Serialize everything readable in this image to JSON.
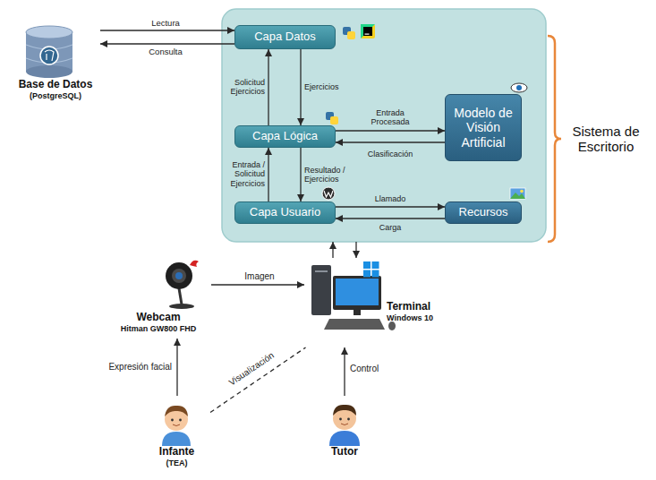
{
  "diagram": {
    "nodes": [
      {
        "text": [
          "Base de Datos",
          "(PostgreSQL)"
        ]
      },
      {
        "text": [
          "Sistema de Escritorio"
        ]
      },
      {
        "text": [
          "Capa Datos"
        ],
        "in": 1
      },
      {
        "text": [
          "Capa Lógica"
        ],
        "in": 1
      },
      {
        "text": [
          "Modelo de Visión Artificial"
        ],
        "in": 1
      },
      {
        "text": [
          "Capa Usuario"
        ],
        "in": 1
      },
      {
        "text": [
          "Recursos"
        ],
        "in": 1
      },
      {
        "text": [
          "Webcam",
          "Hitman GW800 FHD"
        ]
      },
      {
        "text": [
          "Terminal",
          "Windows 10"
        ]
      },
      {
        "text": [
          "Infante",
          "(TEA)"
        ]
      },
      {
        "text": [
          "Tutor"
        ]
      }
    ],
    "edges": [
      {
        "from": 0,
        "to": 2,
        "label": "Lectura",
        "arrow": "to"
      },
      {
        "from": 2,
        "to": 0,
        "label": "Consulta",
        "arrow": "to"
      },
      {
        "from": 3,
        "to": 2,
        "label": "Solicitud Ejercicios",
        "arrow": "to"
      },
      {
        "from": 2,
        "to": 3,
        "label": "Ejercicios",
        "arrow": "to"
      },
      {
        "from": 3,
        "to": 4,
        "label": "Entrada Procesada",
        "arrow": "to"
      },
      {
        "from": 4,
        "to": 3,
        "label": "Clasificación",
        "arrow": "to"
      },
      {
        "from": 5,
        "to": 3,
        "label": "Entrada / Solicitud Ejercicios",
        "arrow": "to"
      },
      {
        "from": 3,
        "to": 5,
        "label": "Resultado / Ejercicios",
        "arrow": "to"
      },
      {
        "from": 5,
        "to": 6,
        "label": "Llamado",
        "arrow": "to"
      },
      {
        "from": 6,
        "to": 5,
        "label": "Carga",
        "arrow": "to"
      },
      {
        "from": 8,
        "to": 1,
        "arrow": "to"
      },
      {
        "from": 1,
        "to": 8,
        "arrow": "to"
      },
      {
        "from": 7,
        "to": 8,
        "label": "Imagen",
        "arrow": "to"
      },
      {
        "from": 9,
        "to": 7,
        "label": "Expresión facial",
        "arrow": "to"
      },
      {
        "from": 9,
        "to": 8,
        "label": "Visualización",
        "arrow": "none"
      },
      {
        "from": 10,
        "to": 8,
        "label": "Control",
        "arrow": "to"
      }
    ]
  }
}
